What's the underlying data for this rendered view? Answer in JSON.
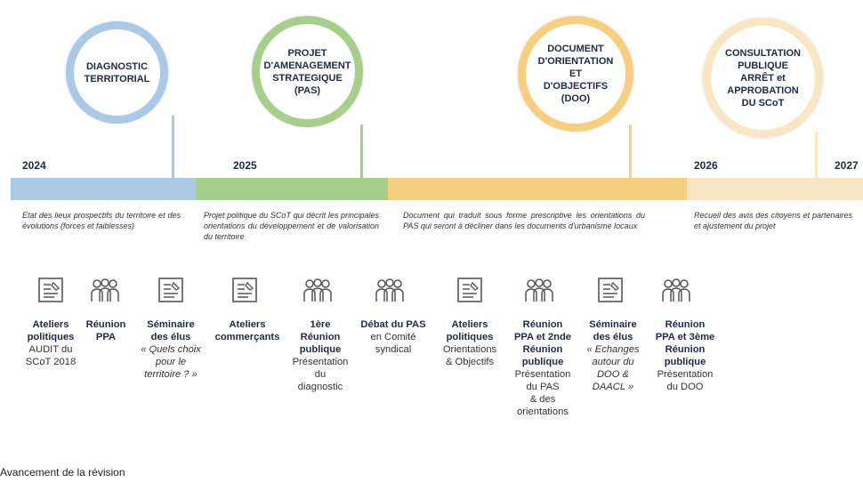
{
  "phases": [
    {
      "label": "DIAGNOSTIC\nTERRITORIAL",
      "color": "#a9c9e6"
    },
    {
      "label": "PROJET\nD'AMENAGEMENT\nSTRATEGIQUE\n(PAS)",
      "color": "#a6cf8a"
    },
    {
      "label": "DOCUMENT\nD'ORIENTATION\nET\nD'OBJECTIFS\n(DOO)",
      "color": "#f7cf7e"
    },
    {
      "label": "CONSULTATION\nPUBLIQUE\nARRÊT et\nAPPROBATION\nDU SCoT",
      "color": "#fbe6c4"
    }
  ],
  "years": [
    "2024",
    "2025",
    "2026",
    "2027"
  ],
  "bands": [
    "#a9c9e6",
    "#a6cf8a",
    "#f7cf7e",
    "#fbe6c4"
  ],
  "descriptions": [
    "Etat des lieux prospectifs du territoire et des évolutions (forces et faiblesses)",
    "Projet politique du SCoT qui décrit les principales orientations du développement et de valorisation du territoire",
    "Document qui traduit sous forme prescriptive les orientations du PAS qui seront à décliner dans les documents d'urbanisme locaux",
    "Recueil des avis des citoyens et partenaires et ajustement du projet"
  ],
  "steps": [
    {
      "icon": "document-icon",
      "title": "Ateliers\npolitiques",
      "sub": "AUDIT du\nSCoT 2018",
      "italic": false
    },
    {
      "icon": "people-icon",
      "title": "Réunion\nPPA",
      "sub": "",
      "italic": false
    },
    {
      "icon": "document-icon",
      "title": "Séminaire\ndes élus",
      "sub": "« Quels choix\npour le\nterritoire ? »",
      "italic": true
    },
    {
      "icon": "document-icon",
      "title": "Ateliers\ncommerçants",
      "sub": "",
      "italic": false
    },
    {
      "icon": "people-icon",
      "title": "1ère\nRéunion\npublique",
      "sub": "Présentation\ndu\ndiagnostic",
      "italic": false
    },
    {
      "icon": "people-icon",
      "title": "Débat du PAS",
      "sub": "en Comité\nsyndical",
      "italic": false
    },
    {
      "icon": "document-icon",
      "title": "Ateliers\npolitiques",
      "sub": "Orientations\n& Objectifs",
      "italic": false
    },
    {
      "icon": "people-icon",
      "title": "Réunion\nPPA et 2nde\nRéunion\npublique",
      "sub": "Présentation\ndu PAS\n& des\norientations",
      "italic": false
    },
    {
      "icon": "document-icon",
      "title": "Séminaire\ndes élus",
      "sub": "« Echanges\nautour du\nDOO &\nDAACL »",
      "italic": true
    },
    {
      "icon": "people-icon",
      "title": "Réunion\nPPA et 3ème\nRéunion\npublique",
      "sub": "Présentation\ndu DOO",
      "italic": false
    }
  ],
  "footer": "Avancement de la révision"
}
